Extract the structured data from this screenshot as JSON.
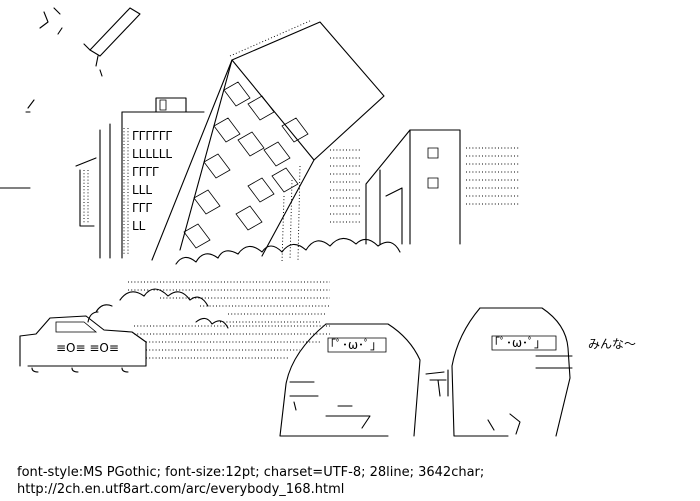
{
  "art": {
    "speech": "みんな〜",
    "face_left": "｢ﾟ･ω･ﾟ｣",
    "face_right": "｢ﾟ･ω･ﾟ｣",
    "car_text": "≡O≡ ≡O≡"
  },
  "footer": {
    "line1": "font-style:MS PGothic; font-size:12pt; charset=UTF-8; 28line; 3642char;",
    "line2": "http://2ch.en.utf8art.com/arc/everybody_168.html"
  }
}
